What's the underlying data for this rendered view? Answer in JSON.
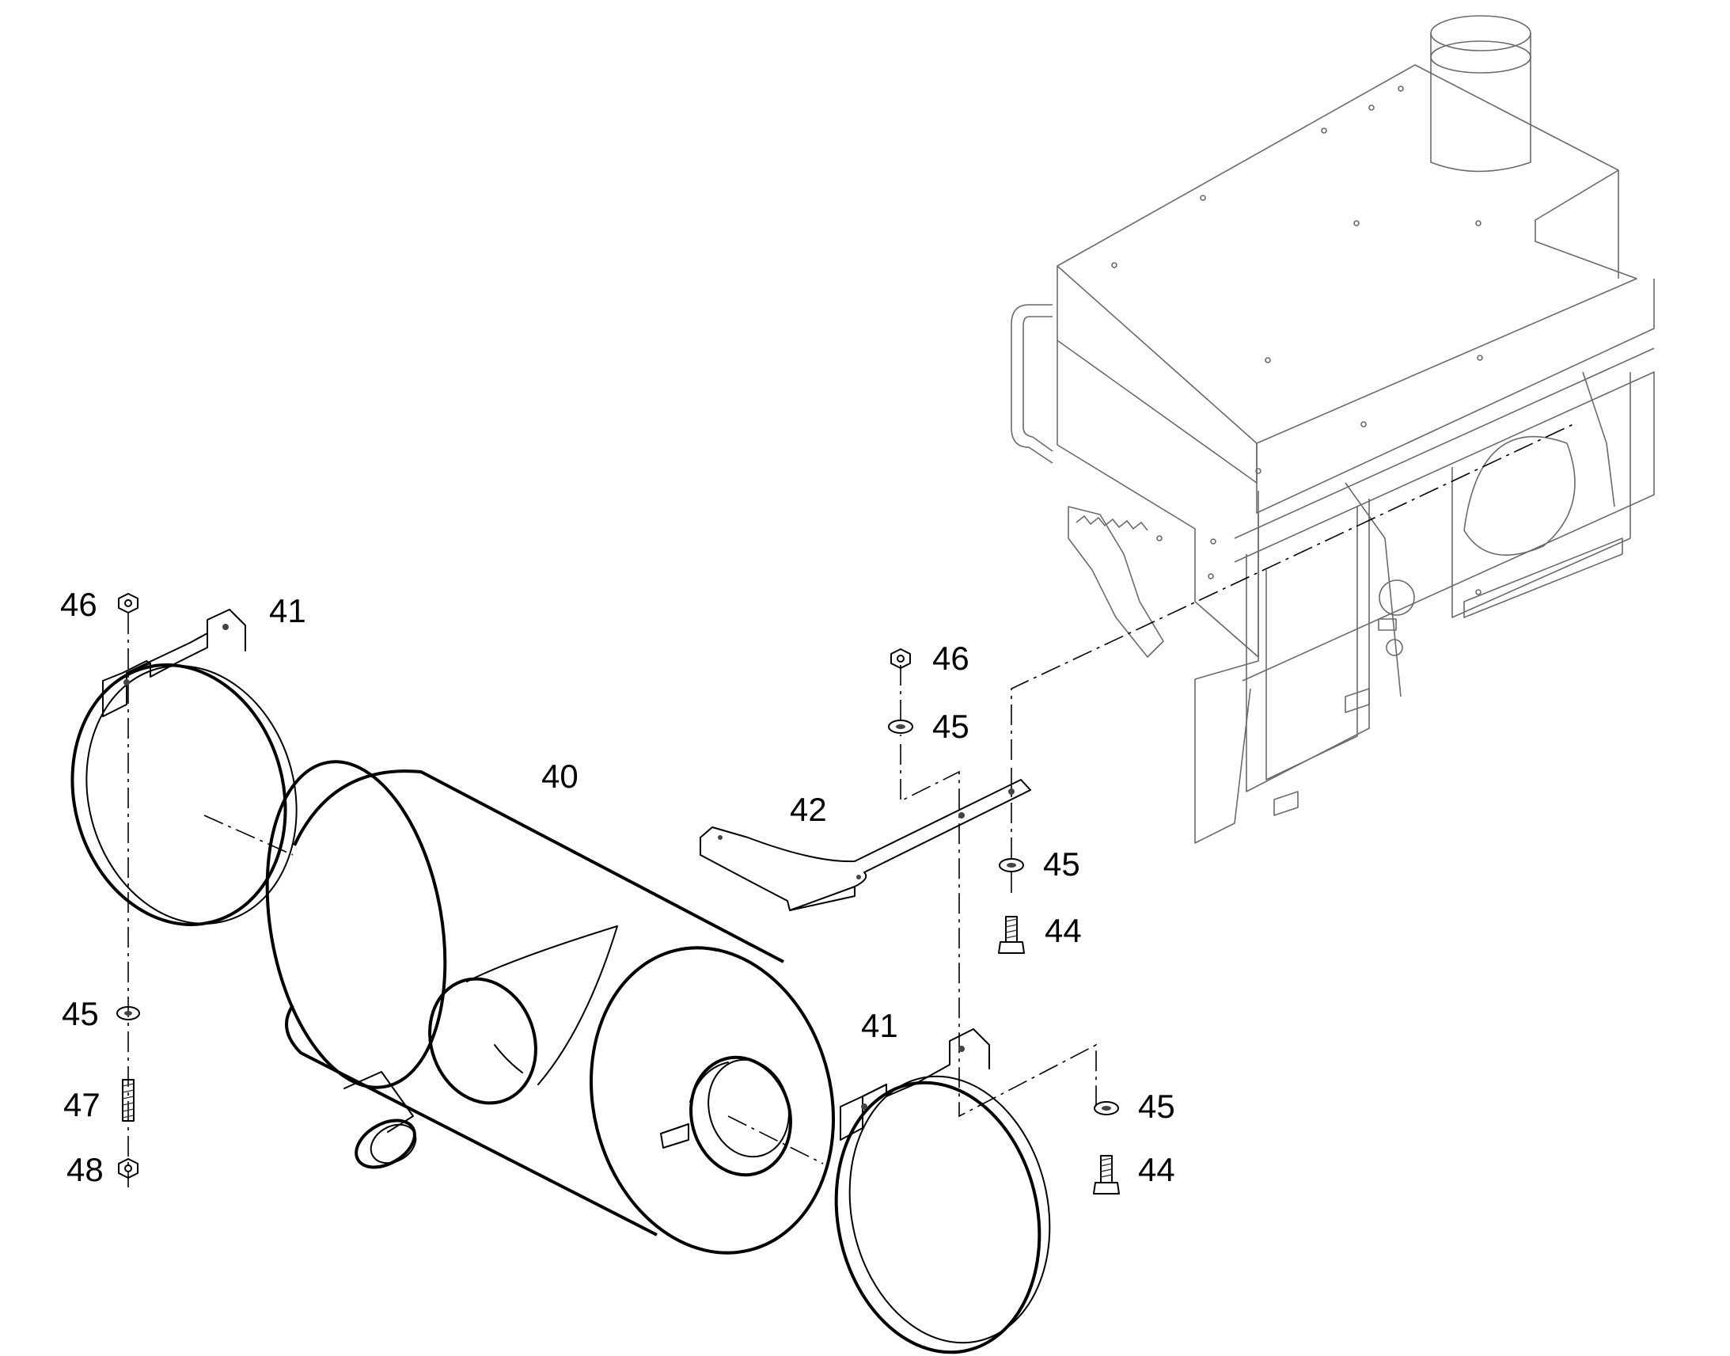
{
  "callouts": {
    "part_40": "40",
    "part_41_left": "41",
    "part_41_right": "41",
    "part_42": "42",
    "part_44_upper": "44",
    "part_44_lower": "44",
    "part_45_left": "45",
    "part_45_bracket_top": "45",
    "part_45_bracket_bottom": "45",
    "part_45_right": "45",
    "part_46_left": "46",
    "part_46_bracket": "46",
    "part_47": "47",
    "part_48": "48"
  },
  "colors": {
    "line": "#000000",
    "housing_line": "#6a6a6a",
    "background": "#ffffff"
  }
}
